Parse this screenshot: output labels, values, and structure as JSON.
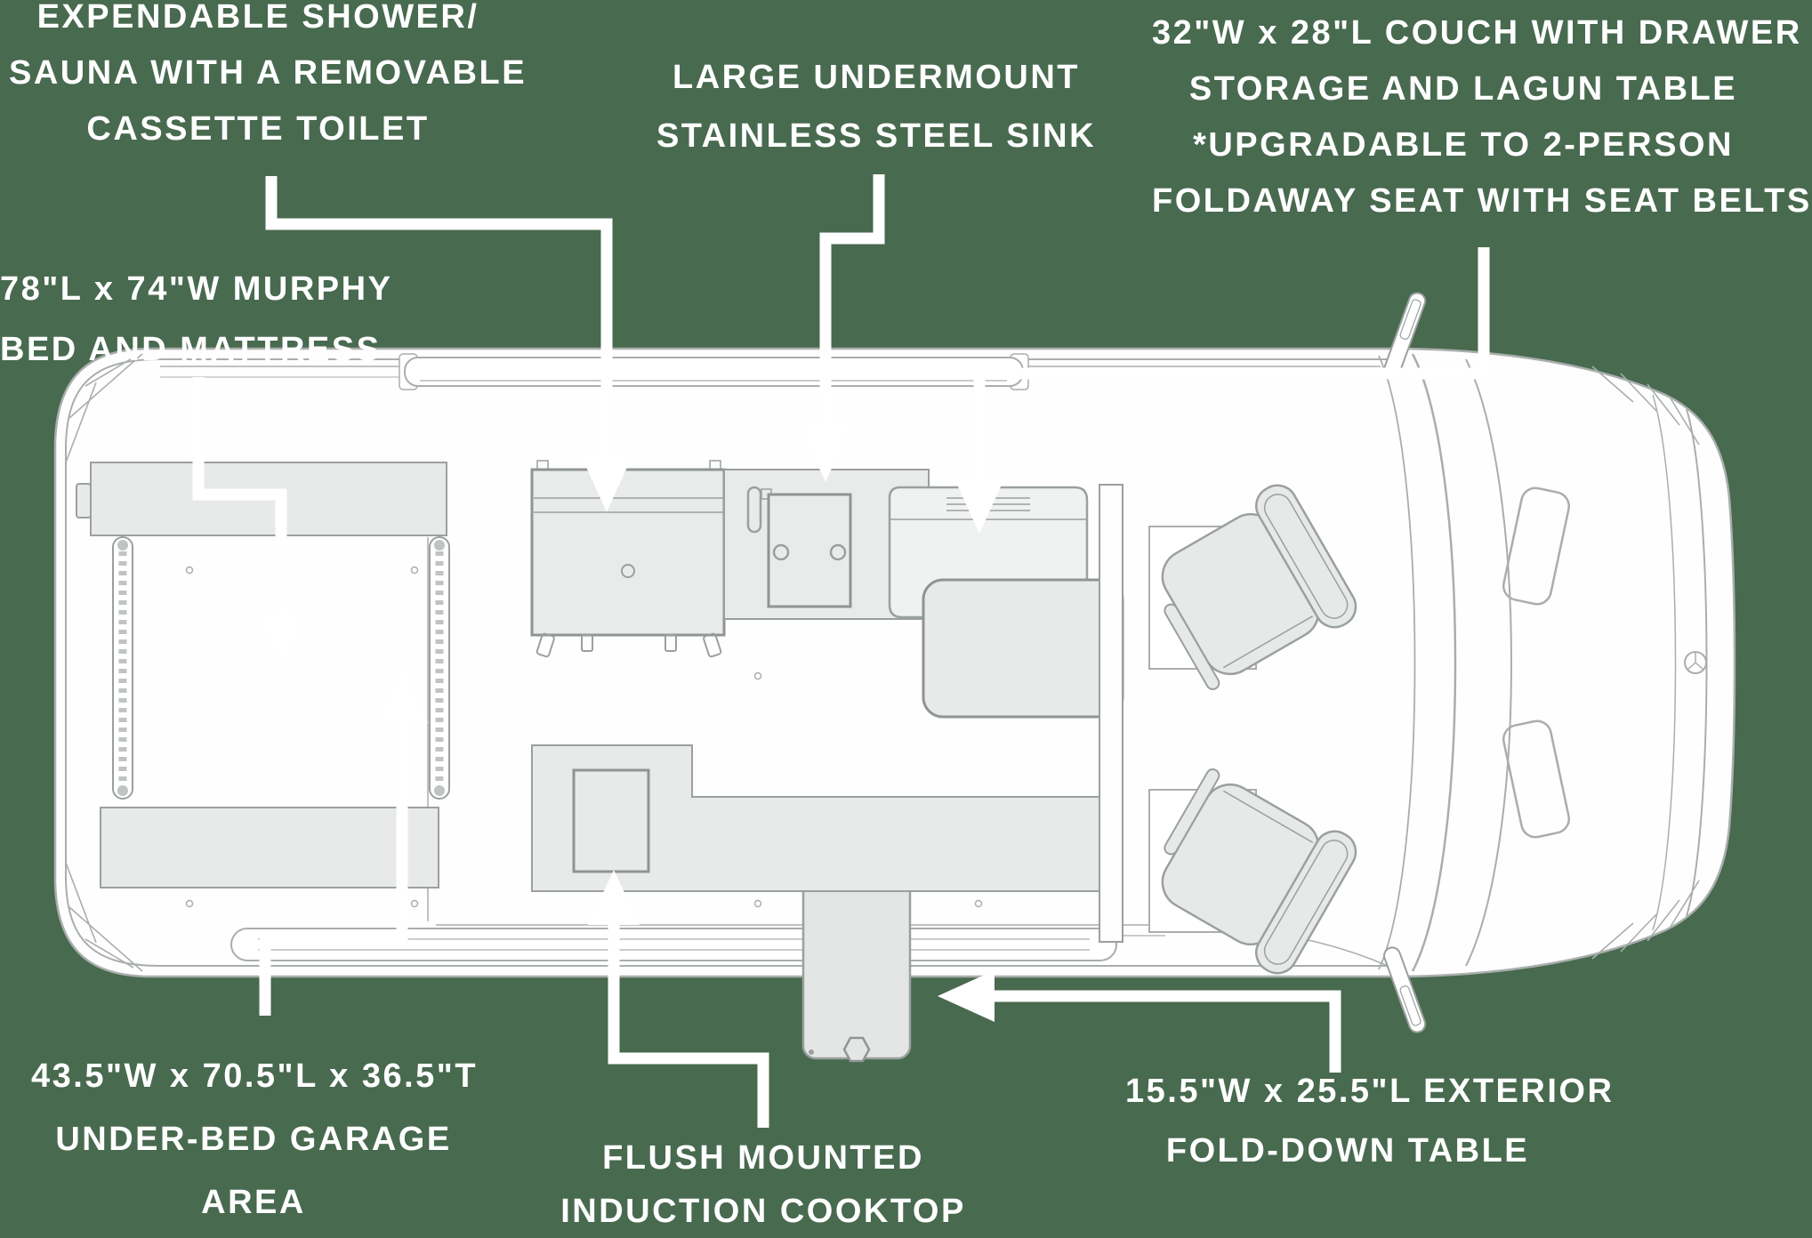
{
  "diagram_type": "camper-van-floor-plan-top-view",
  "colors": {
    "background": "#486A4F",
    "diagram_line": "#A9AEAC",
    "diagram_furniture_fill": "#E8EAE9",
    "callout_text": "#FFFFFF"
  },
  "callouts": {
    "shower": {
      "lines": [
        "EXPENDABLE SHOWER/",
        "SAUNA WITH A REMOVABLE",
        "CASSETTE TOILET"
      ]
    },
    "sink": {
      "lines": [
        "LARGE UNDERMOUNT",
        "STAINLESS STEEL SINK"
      ]
    },
    "couch": {
      "lines": [
        "32\"W x 28\"L COUCH WITH DRAWER",
        "STORAGE AND LAGUN TABLE",
        "*UPGRADABLE TO 2-PERSON",
        "FOLDAWAY SEAT WITH SEAT BELTS"
      ]
    },
    "murphy_bed": {
      "lines": [
        "78\"L x 74\"W MURPHY",
        "BED AND MATTRESS"
      ]
    },
    "garage": {
      "lines": [
        "43.5\"W x 70.5\"L x 36.5\"T",
        "UNDER-BED GARAGE",
        "AREA"
      ]
    },
    "cooktop": {
      "lines": [
        "FLUSH MOUNTED",
        "INDUCTION COOKTOP"
      ]
    },
    "exterior_table": {
      "lines": [
        "15.5\"W x 25.5\"L EXTERIOR",
        "FOLD-DOWN TABLE"
      ]
    }
  }
}
